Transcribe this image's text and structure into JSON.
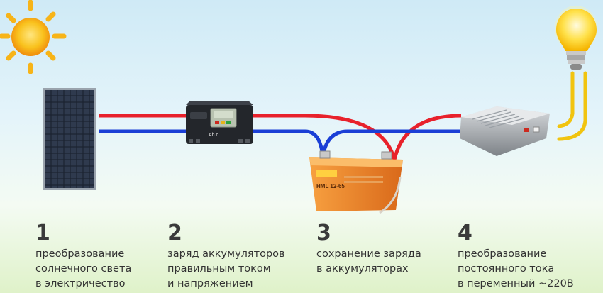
{
  "steps": [
    {
      "number": "1",
      "lines": [
        "преобразование",
        "солнечного света",
        "в электричество"
      ]
    },
    {
      "number": "2",
      "lines": [
        "заряд аккумуляторов",
        "правильным током",
        "и напряжением"
      ]
    },
    {
      "number": "3",
      "lines": [
        "сохранение заряда",
        "в аккумуляторах"
      ]
    },
    {
      "number": "4",
      "lines": [
        "преобразование",
        "постоянного тока",
        "в переменный ~220В"
      ]
    }
  ],
  "controller": {
    "brand": "Ah.c"
  },
  "battery": {
    "model": "HML 12-65"
  },
  "colors": {
    "positive_wire": "#e8212b",
    "negative_wire": "#1a3fd6",
    "ac_wire": "#f1c40f",
    "sun": "#f7b418",
    "battery_body": "#f08a24"
  }
}
